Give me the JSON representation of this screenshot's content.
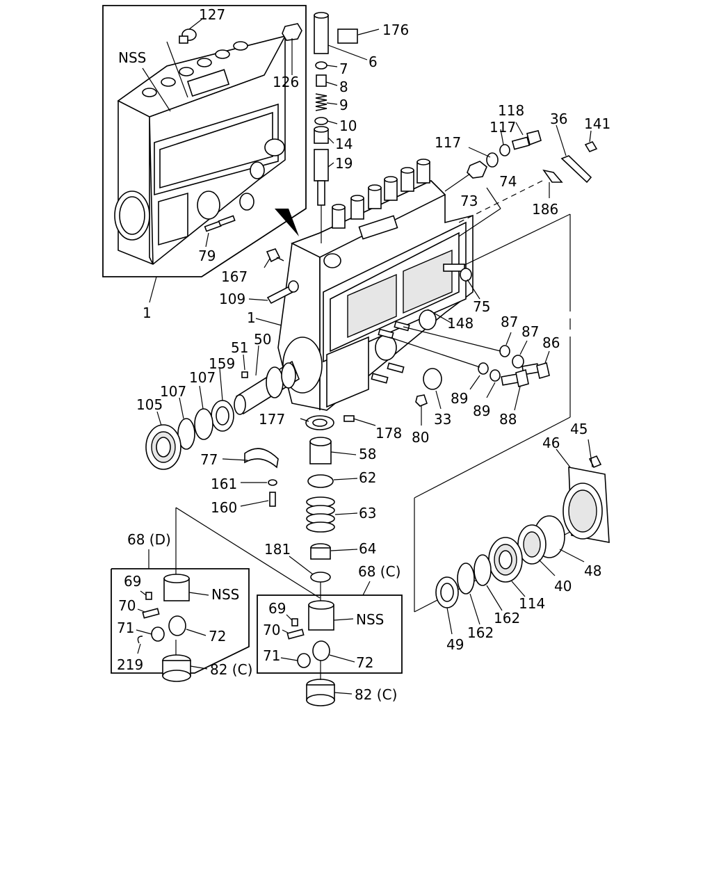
{
  "labels": {
    "top_nss": "NSS",
    "p127": "127",
    "p126": "126",
    "p79": "79",
    "p1_top": "1",
    "p176": "176",
    "p6": "6",
    "p7": "7",
    "p8": "8",
    "p9": "9",
    "p10": "10",
    "p14": "14",
    "p19": "19",
    "p117a": "117",
    "p117b": "117",
    "p118": "118",
    "p36": "36",
    "p141": "141",
    "p74": "74",
    "p73": "73",
    "p186": "186",
    "p167": "167",
    "p109": "109",
    "p1_mid": "1",
    "p75": "75",
    "p148": "148",
    "p87a": "87",
    "p87b": "87",
    "p86": "86",
    "p51": "51",
    "p50": "50",
    "p159": "159",
    "p107a": "107",
    "p107b": "107",
    "p105": "105",
    "p89a": "89",
    "p89b": "89",
    "p88": "88",
    "p33": "33",
    "p80": "80",
    "p177": "177",
    "p178": "178",
    "p58": "58",
    "p77": "77",
    "p62": "62",
    "p161": "161",
    "p160": "160",
    "p63": "63",
    "p45": "45",
    "p46": "46",
    "p68d": "68 (D)",
    "p181": "181",
    "p64": "64",
    "p68c": "68 (C)",
    "p48": "48",
    "p40": "40",
    "p114": "114",
    "p162a": "162",
    "p162b": "162",
    "p49": "49",
    "d69": "69",
    "d70": "70",
    "d71": "71",
    "d219": "219",
    "d72": "72",
    "d82": "82 (C)",
    "d_nss": "NSS",
    "c69": "69",
    "c70": "70",
    "c71": "71",
    "c72": "72",
    "c82": "82 (C)",
    "c_nss": "NSS"
  }
}
